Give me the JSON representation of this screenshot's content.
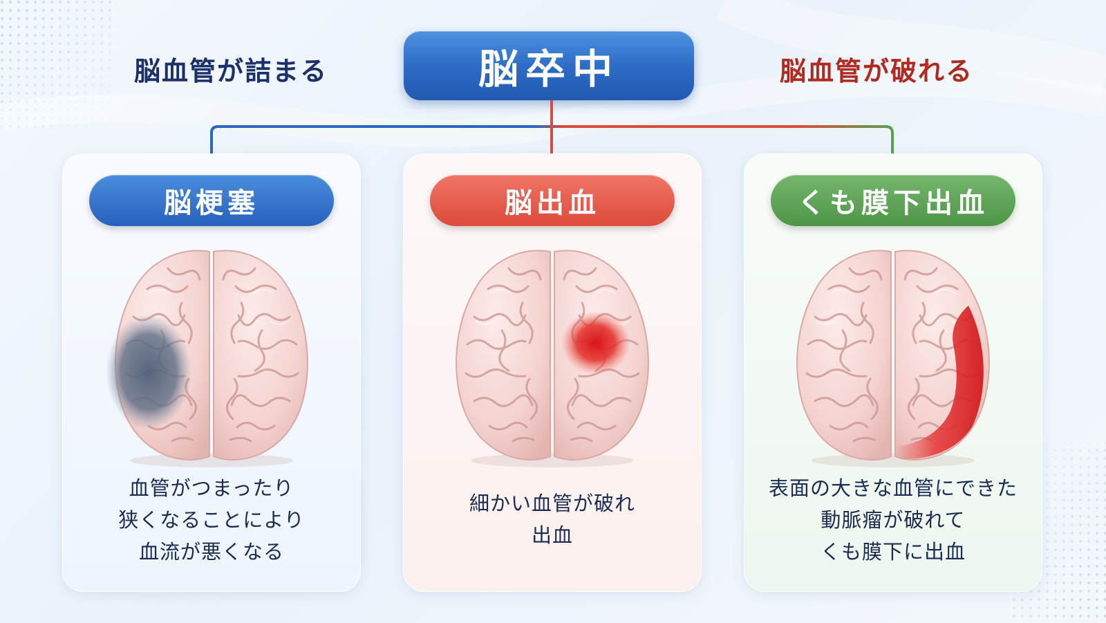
{
  "title": "脳卒中",
  "left_label": "脳血管が詰まる",
  "right_label": "脳血管が破れる",
  "colors": {
    "blue": "#2a67c2",
    "red": "#dc4a3a",
    "green": "#4d9546",
    "left_label": "#1c2f6b",
    "right_label": "#b02a22"
  },
  "cards": [
    {
      "label": "脳梗塞",
      "desc": [
        "血管がつまったり",
        "狭くなることにより",
        "血流が悪くなる"
      ],
      "highlight": "gray-left-region"
    },
    {
      "label": "脳出血",
      "desc": [
        "細かい血管が破れ",
        "出血"
      ],
      "highlight": "red-spot-center-right"
    },
    {
      "label": "くも膜下出血",
      "desc": [
        "表面の大きな血管にできた",
        "動脈瘤が破れて",
        "くも膜下に出血"
      ],
      "highlight": "red-surface-right-edge"
    }
  ]
}
